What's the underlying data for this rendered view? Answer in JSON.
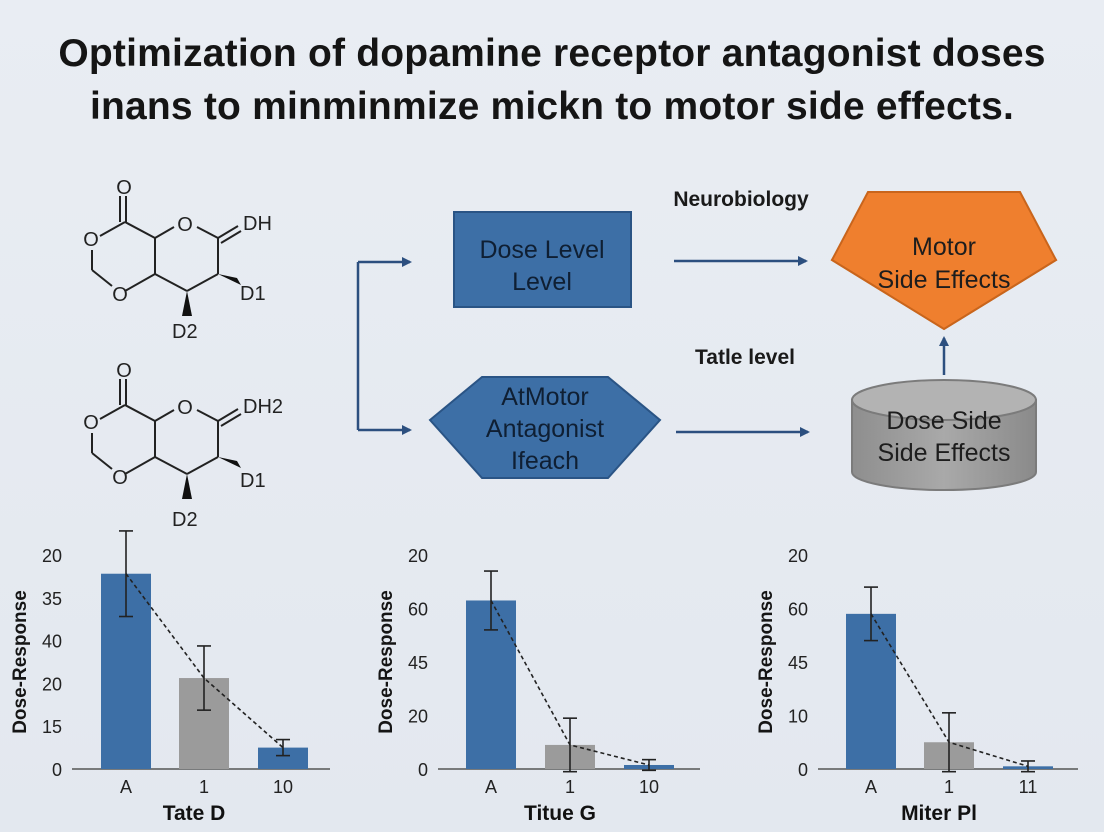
{
  "header": {
    "title_line1": "Optimization of dopamine receptor antagonist doses",
    "title_line2": "inans to minminmize mickn to motor side effects."
  },
  "molecule_top": {
    "atoms": [
      "O",
      "O",
      "O",
      "DH",
      "O",
      "D1",
      "D2"
    ]
  },
  "molecule_bottom": {
    "atoms": [
      "O",
      "O",
      "O",
      "DH2",
      "O",
      "D1",
      "D2"
    ]
  },
  "flow": {
    "dose_box_line1": "Dose Level",
    "dose_box_line2": "Level",
    "antagonist_line1": "AtMotor",
    "antagonist_line2": "Antagonist",
    "antagonist_line3": "Ifeach",
    "motor_line1": "Motor",
    "motor_line2": "Side Effects",
    "cylinder_line1": "Dose Side",
    "cylinder_line2": "Side Effects",
    "label_top": "Neurobiology",
    "label_mid": "Tatle level"
  },
  "colors": {
    "blue": "#3d6fa6",
    "gray": "#9b9b9b",
    "orange": "#ef7f2e",
    "arrow": "#2c4f7f"
  },
  "chart_data": [
    {
      "type": "bar",
      "title": "Tate D",
      "ylabel": "Dose-Response",
      "categories": [
        "A",
        "1",
        "10"
      ],
      "ytick_labels": [
        "0",
        "15",
        "20",
        "40",
        "35",
        "20"
      ],
      "values": [
        36.5,
        17,
        4
      ],
      "errors": [
        8,
        6,
        1.5
      ],
      "trend": true,
      "ylim": [
        0,
        40
      ]
    },
    {
      "type": "bar",
      "title": "Titue G",
      "ylabel": "Dose-Response",
      "categories": [
        "A",
        "1",
        "10"
      ],
      "ytick_labels": [
        "0",
        "20",
        "45",
        "60",
        "20"
      ],
      "values": [
        63,
        9,
        1.5
      ],
      "errors": [
        11,
        10,
        2
      ],
      "trend": true,
      "ylim": [
        0,
        80
      ]
    },
    {
      "type": "bar",
      "title": "Miter Pl",
      "ylabel": "Dose-Response",
      "categories": [
        "A",
        "1",
        "11"
      ],
      "ytick_labels": [
        "0",
        "10",
        "45",
        "60",
        "20"
      ],
      "values": [
        58,
        10,
        1
      ],
      "errors": [
        10,
        11,
        2
      ],
      "trend": true,
      "ylim": [
        0,
        80
      ]
    }
  ]
}
